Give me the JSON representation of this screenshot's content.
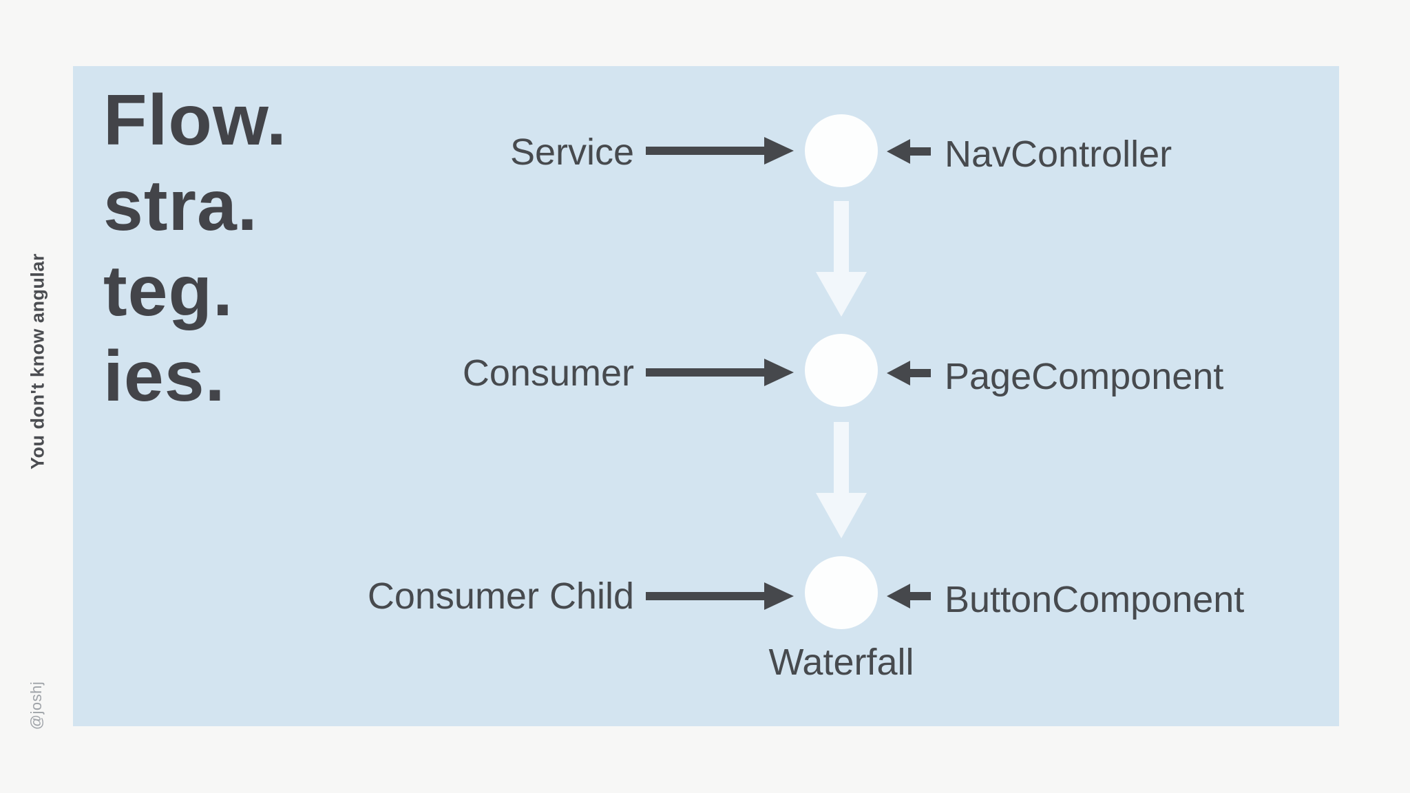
{
  "slide": {
    "title_lines": [
      "Flow.",
      "stra.",
      "teg.",
      "ies."
    ],
    "tagline": "You don't know angular",
    "handle": "@joshj"
  },
  "diagram": {
    "type": "flow",
    "flow_direction": "top-to-bottom",
    "caption": "Waterfall",
    "rows": [
      {
        "source": "Service",
        "target": "NavController"
      },
      {
        "source": "Consumer",
        "target": "PageComponent"
      },
      {
        "source": "Consumer Child",
        "target": "ButtonComponent"
      }
    ]
  },
  "colors": {
    "background": "#f7f7f6",
    "panel_blue": "#d3e4f0",
    "text_dark": "#474a4e",
    "title_dark": "#434449",
    "node_white": "#fdfefe",
    "down_arrow_white": "#f2f7fb",
    "handle_gray": "#9fa3a8"
  }
}
